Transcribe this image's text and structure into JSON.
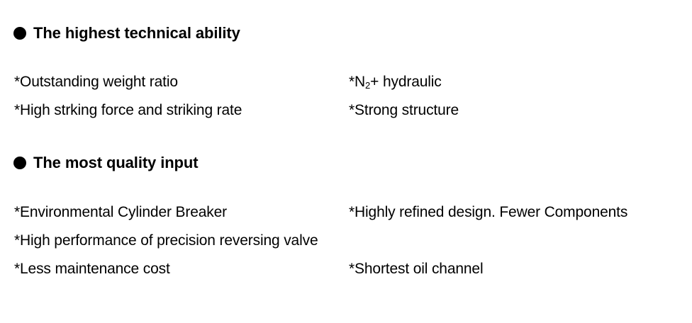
{
  "document": {
    "background_color": "#ffffff",
    "text_color": "#000000",
    "sections": [
      {
        "bullet_icon": "filled-circle-bullet",
        "heading": "The highest technical ability",
        "rows": [
          {
            "left": "*Outstanding weight ratio",
            "right_prefix": "*N",
            "right_sub": "2",
            "right_suffix": "+ hydraulic"
          },
          {
            "left": "*High strking force and striking rate",
            "right": "*Strong structure"
          }
        ]
      },
      {
        "bullet_icon": "filled-circle-bullet",
        "heading": "The most quality input",
        "rows": [
          {
            "left": "*Environmental Cylinder Breaker",
            "right": "*Highly refined design. Fewer Components"
          },
          {
            "left": "*High performance of precision reversing valve",
            "right": ""
          },
          {
            "left": "*Less maintenance cost",
            "right": "*Shortest oil channel"
          }
        ]
      }
    ]
  }
}
